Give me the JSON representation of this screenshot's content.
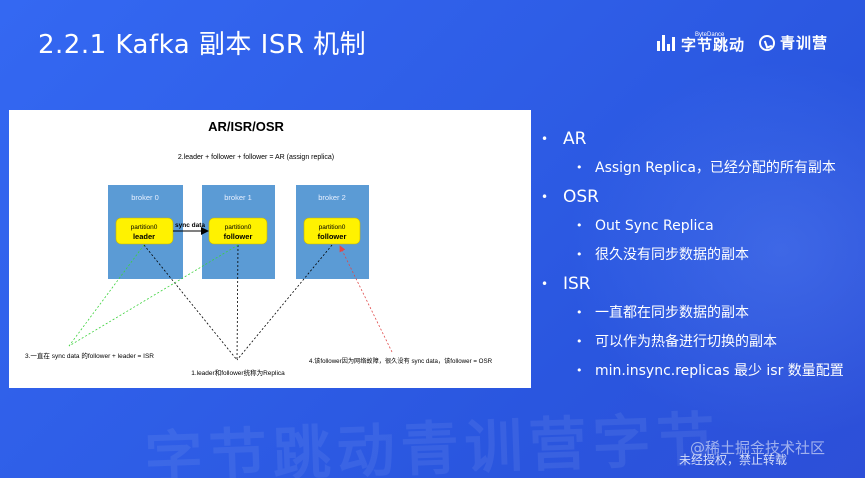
{
  "slide": {
    "title": "2.2.1 Kafka 副本 ISR 机制",
    "brand_bytedance_small": "ByteDance",
    "brand_bytedance": "字节跳动",
    "brand_qingxunying": "青训营"
  },
  "diagram": {
    "title": "AR/ISR/OSR",
    "formula": "2.leader + follower + follower = AR (assign replica)",
    "brokers": [
      {
        "label": "broker 0",
        "partition": "partition0",
        "role": "leader"
      },
      {
        "label": "broker 1",
        "partition": "partition0",
        "role": "follower"
      },
      {
        "label": "broker 2",
        "partition": "partition0",
        "role": "follower"
      }
    ],
    "sync_label": "sync data",
    "note_isr": "3.一直在 sync data 的follower + leader = ISR",
    "note_replica": "1.leader和follower统称为Replica",
    "note_osr": "4.该follower因为网络故障，很久没有 sync data，该follower = OSR",
    "colors": {
      "broker": "#5b9bd5",
      "partition": "#fff200",
      "isr_line": "#3cd23c",
      "osr_line": "#e04848"
    }
  },
  "bullets": [
    {
      "text": "AR",
      "children": [
        "Assign Replica，已经分配的所有副本"
      ]
    },
    {
      "text": "OSR",
      "children": [
        "Out Sync Replica",
        "很久没有同步数据的副本"
      ]
    },
    {
      "text": "ISR",
      "children": [
        "一直都在同步数据的副本",
        "可以作为热备进行切换的副本",
        "min.insync.replicas 最少 isr 数量配置"
      ]
    }
  ],
  "footer": {
    "site": "@稀土掘金技术社区",
    "notice": "未经授权，禁止转载"
  }
}
